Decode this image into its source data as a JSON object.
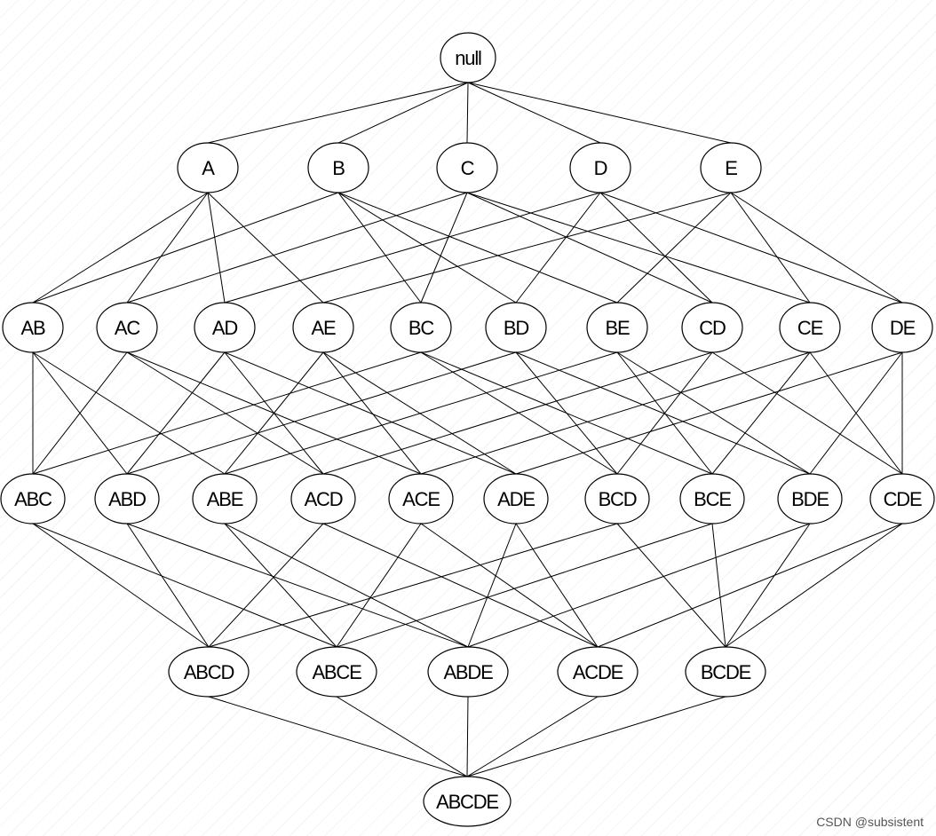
{
  "levels": [
    [
      "null"
    ],
    [
      "A",
      "B",
      "C",
      "D",
      "E"
    ],
    [
      "AB",
      "AC",
      "AD",
      "AE",
      "BC",
      "BD",
      "BE",
      "CD",
      "CE",
      "DE"
    ],
    [
      "ABC",
      "ABD",
      "ABE",
      "ACD",
      "ACE",
      "ADE",
      "BCD",
      "BCE",
      "BDE",
      "CDE"
    ],
    [
      "ABCD",
      "ABCE",
      "ABDE",
      "ACDE",
      "BCDE"
    ],
    [
      "ABCDE"
    ]
  ],
  "watermark": "CSDN @subsistent"
}
